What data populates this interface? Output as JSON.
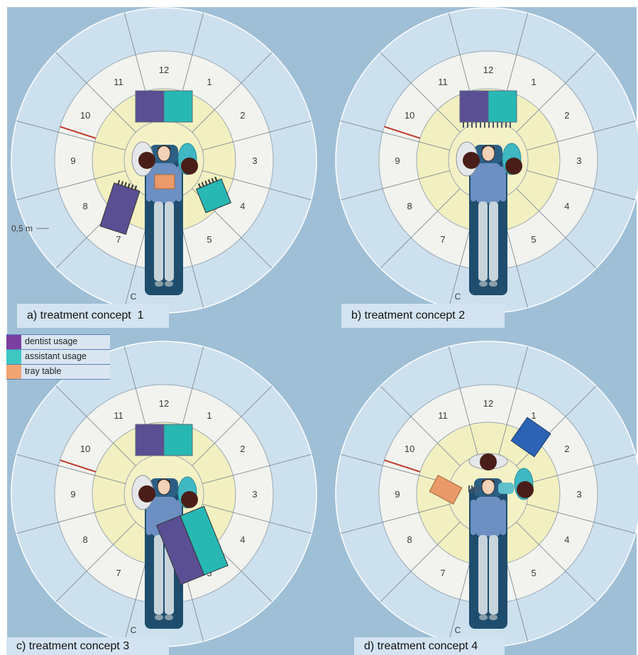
{
  "panels": [
    {
      "caption": "a) treatment concept  1",
      "side_label": "0,5 m"
    },
    {
      "caption": "b) treatment concept 2"
    },
    {
      "caption": "c) treatment concept 3"
    },
    {
      "caption": "d) treatment concept 4"
    }
  ],
  "clock_numbers": [
    "12",
    "1",
    "2",
    "3",
    "4",
    "5",
    "7",
    "8",
    "9",
    "10",
    "11"
  ],
  "zone_letter": "C",
  "legend": [
    {
      "label": "dentist usage",
      "color": "#7a3fa0"
    },
    {
      "label": "assistant usage",
      "color": "#3cc7c2"
    },
    {
      "label": "tray table",
      "color": "#f0a472"
    }
  ],
  "colors": {
    "outer_ring": "#cde0ee",
    "middle_ring": "#f2f3ee",
    "inner_zone": "#f2f0c0",
    "dentist_unit": "#5b4f93",
    "assistant_unit": "#27b8b4",
    "tray": "#e99a68",
    "cabinet": "#2c63b5",
    "chair": "#1e4d6e",
    "accent_line": "#c0392b"
  }
}
